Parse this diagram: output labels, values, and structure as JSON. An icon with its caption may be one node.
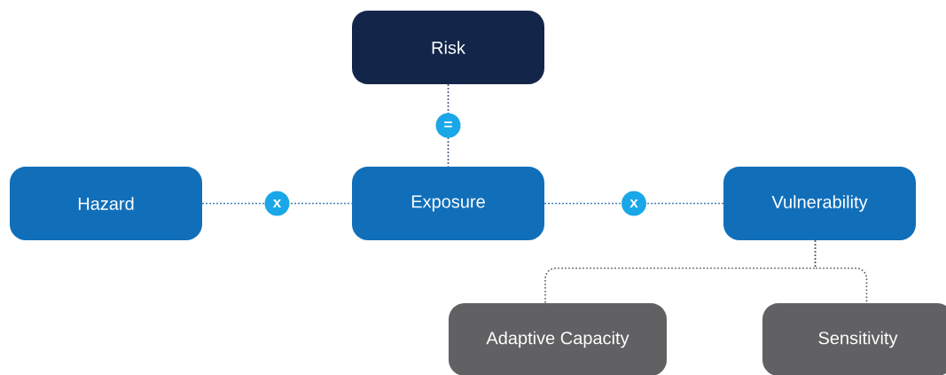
{
  "diagram": {
    "nodes": [
      {
        "text": [
          "Risk"
        ]
      },
      {
        "text": [
          "Hazard"
        ]
      },
      {
        "text": [
          "Exposure"
        ]
      },
      {
        "text": [
          "Vulnerability"
        ]
      },
      {
        "text": [
          "Adaptive Capacity"
        ]
      },
      {
        "text": [
          "Sensitivity"
        ]
      }
    ],
    "edges": [
      {
        "from": 0,
        "to": 2,
        "arrow": "none",
        "label": "=",
        "color": "#13264a"
      },
      {
        "from": 1,
        "to": 2,
        "arrow": "none",
        "label": "x",
        "color": "#1a63a8"
      },
      {
        "from": 2,
        "to": 3,
        "arrow": "none",
        "label": "x",
        "color": "#1a63a8"
      },
      {
        "from": 3,
        "to": 4,
        "arrow": "none",
        "color": "#555557"
      },
      {
        "from": 3,
        "to": 5,
        "arrow": "none",
        "color": "#555557"
      }
    ]
  }
}
